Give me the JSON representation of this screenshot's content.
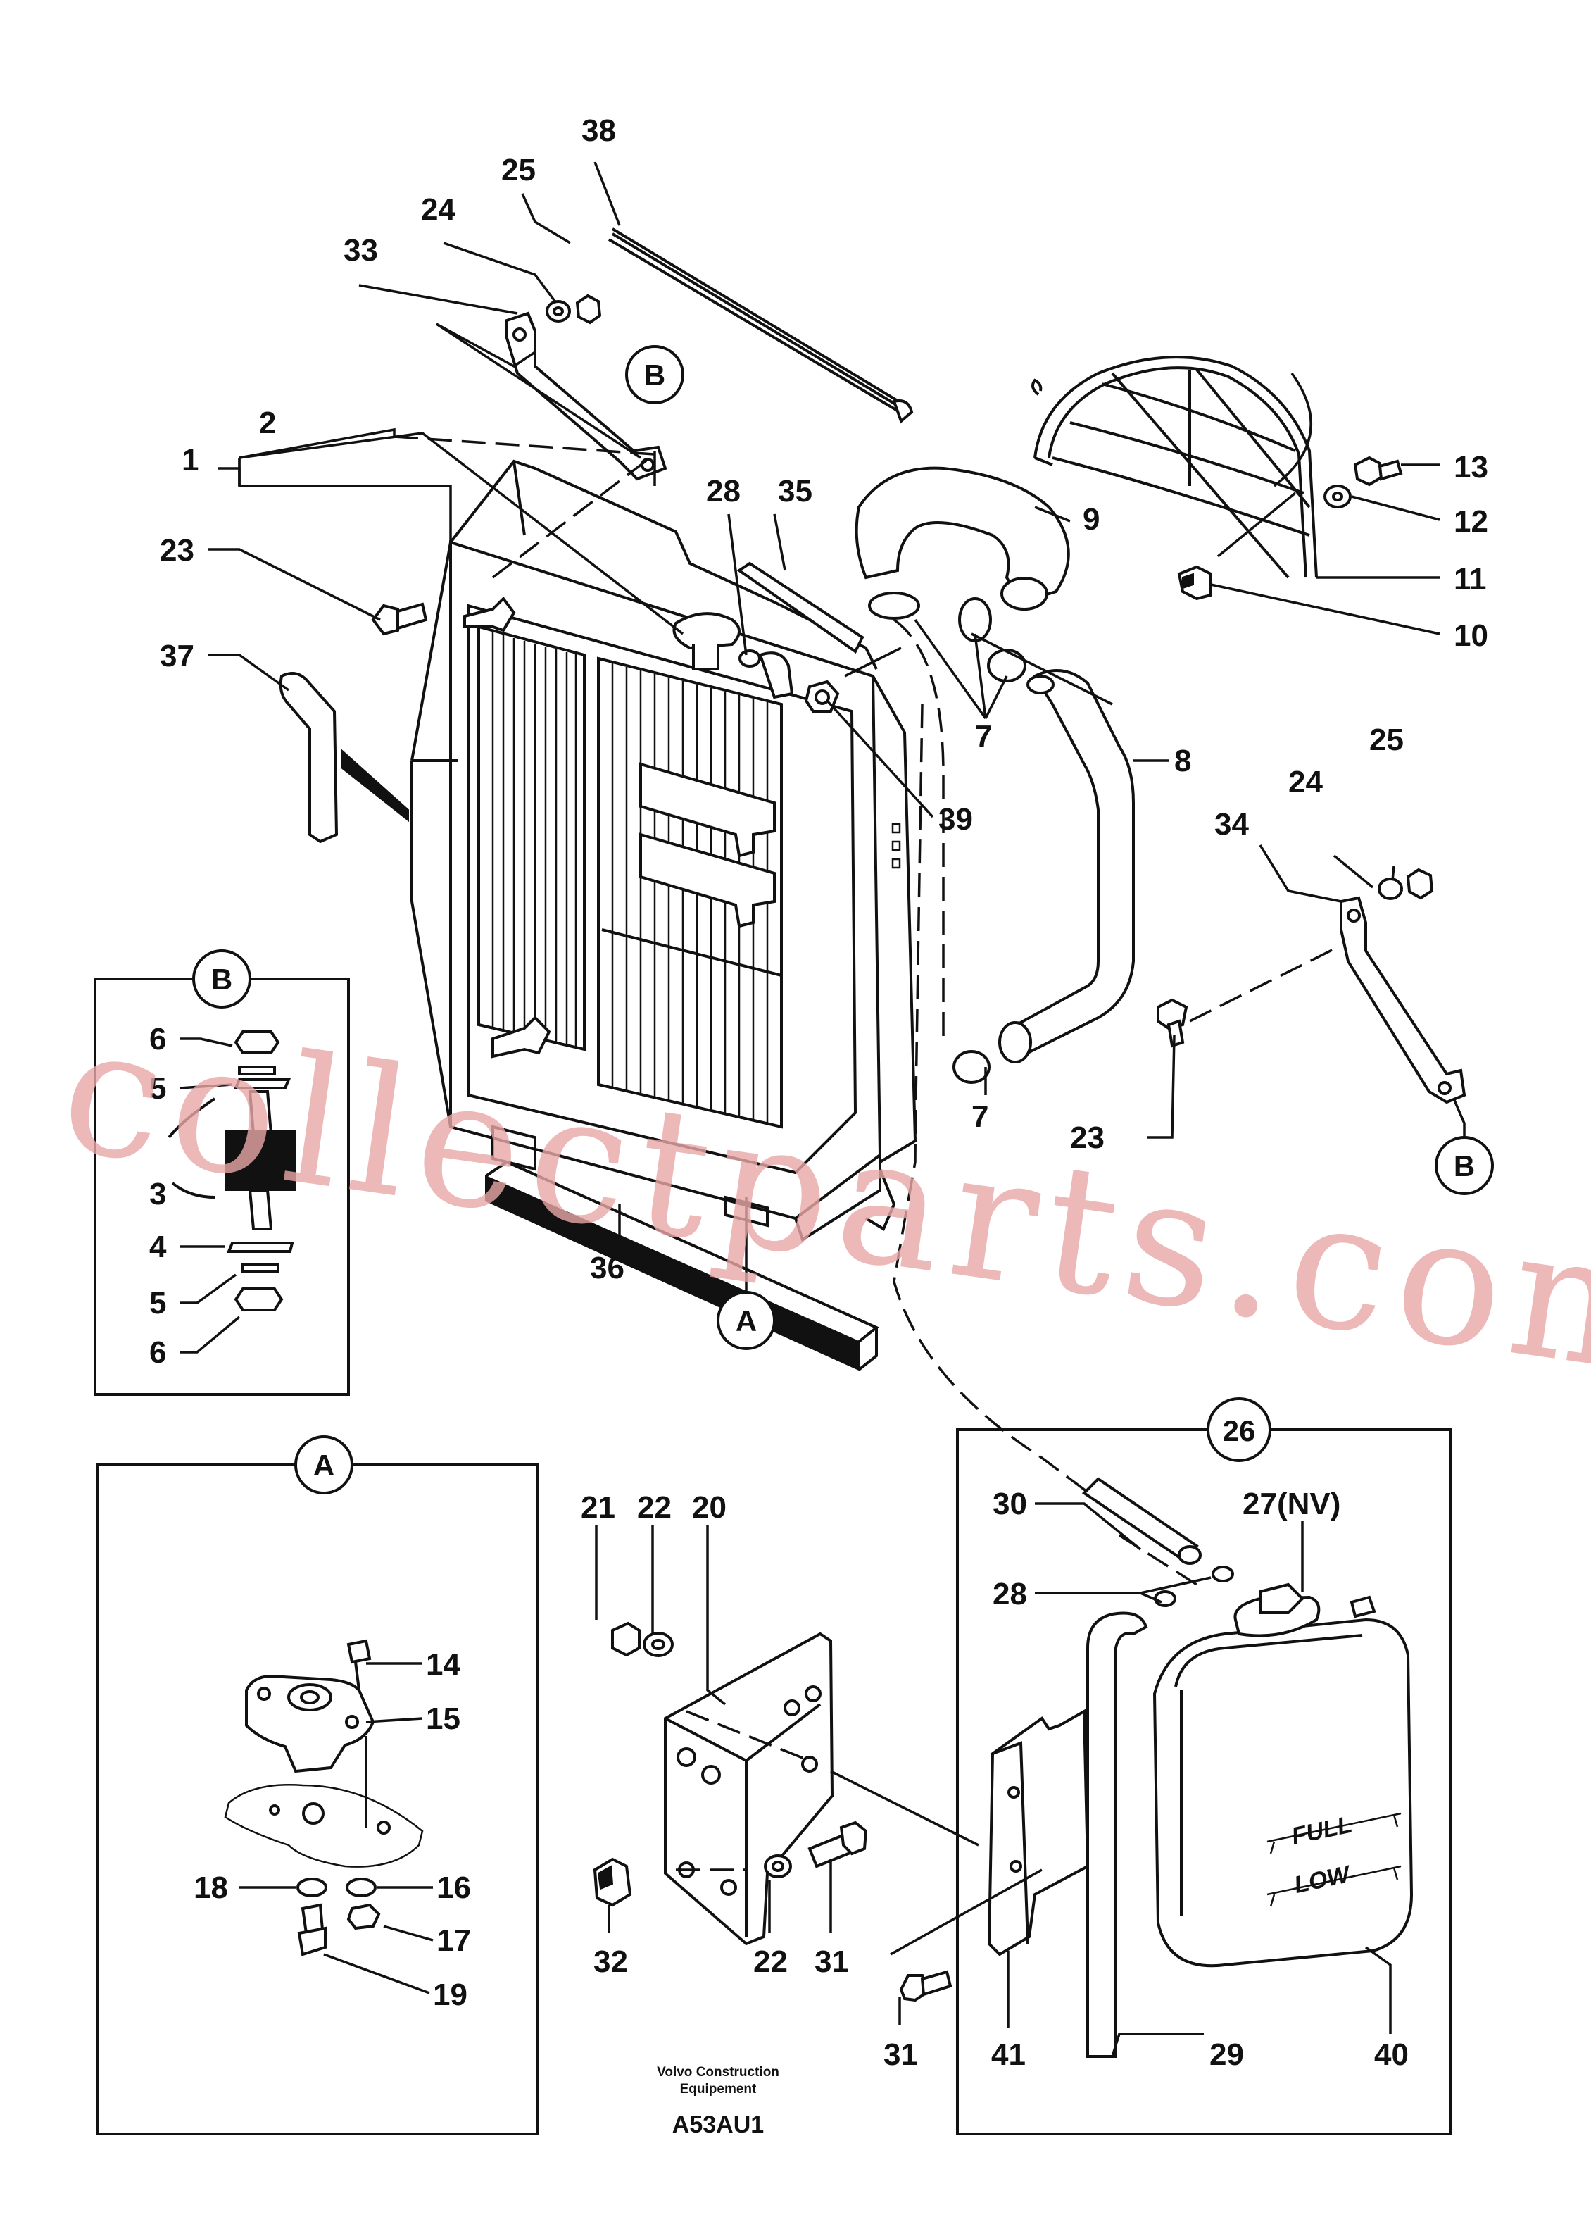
{
  "watermark": "collectparts.com",
  "caption": {
    "line1": "Volvo Construction",
    "line2": "Equipement",
    "code": "A53AU1"
  },
  "callouts": {
    "c38": "38",
    "c25a": "25",
    "c24a": "24",
    "c33": "33",
    "c2": "2",
    "c1": "1",
    "c28a": "28",
    "c35": "35",
    "c9": "9",
    "c13": "13",
    "c12": "12",
    "c11": "11",
    "c10": "10",
    "c23a": "23",
    "c37": "37",
    "c7a": "7",
    "c8": "8",
    "c39": "39",
    "c25b": "25",
    "c24b": "24",
    "c34": "34",
    "c7b": "7",
    "c23b": "23",
    "c36": "36",
    "b6a": "6",
    "b5a": "5",
    "b3": "3",
    "b4": "4",
    "b5b": "5",
    "b6b": "6",
    "a14": "14",
    "a15": "15",
    "a18": "18",
    "a16": "16",
    "a17": "17",
    "a19": "19",
    "m21": "21",
    "m22a": "22",
    "m20": "20",
    "m32": "32",
    "m22b": "22",
    "m31a": "31",
    "m31b": "31",
    "m41": "41",
    "t30": "30",
    "t27": "27(NV)",
    "t28": "28",
    "t29": "29",
    "t40": "40"
  },
  "circle_labels": {
    "view_b_top": "B",
    "view_b_right": "B",
    "view_b_box": "B",
    "view_a_main": "A",
    "view_a_box": "A",
    "group_26": "26"
  },
  "tank": {
    "full": "FULL",
    "low": "LOW"
  }
}
